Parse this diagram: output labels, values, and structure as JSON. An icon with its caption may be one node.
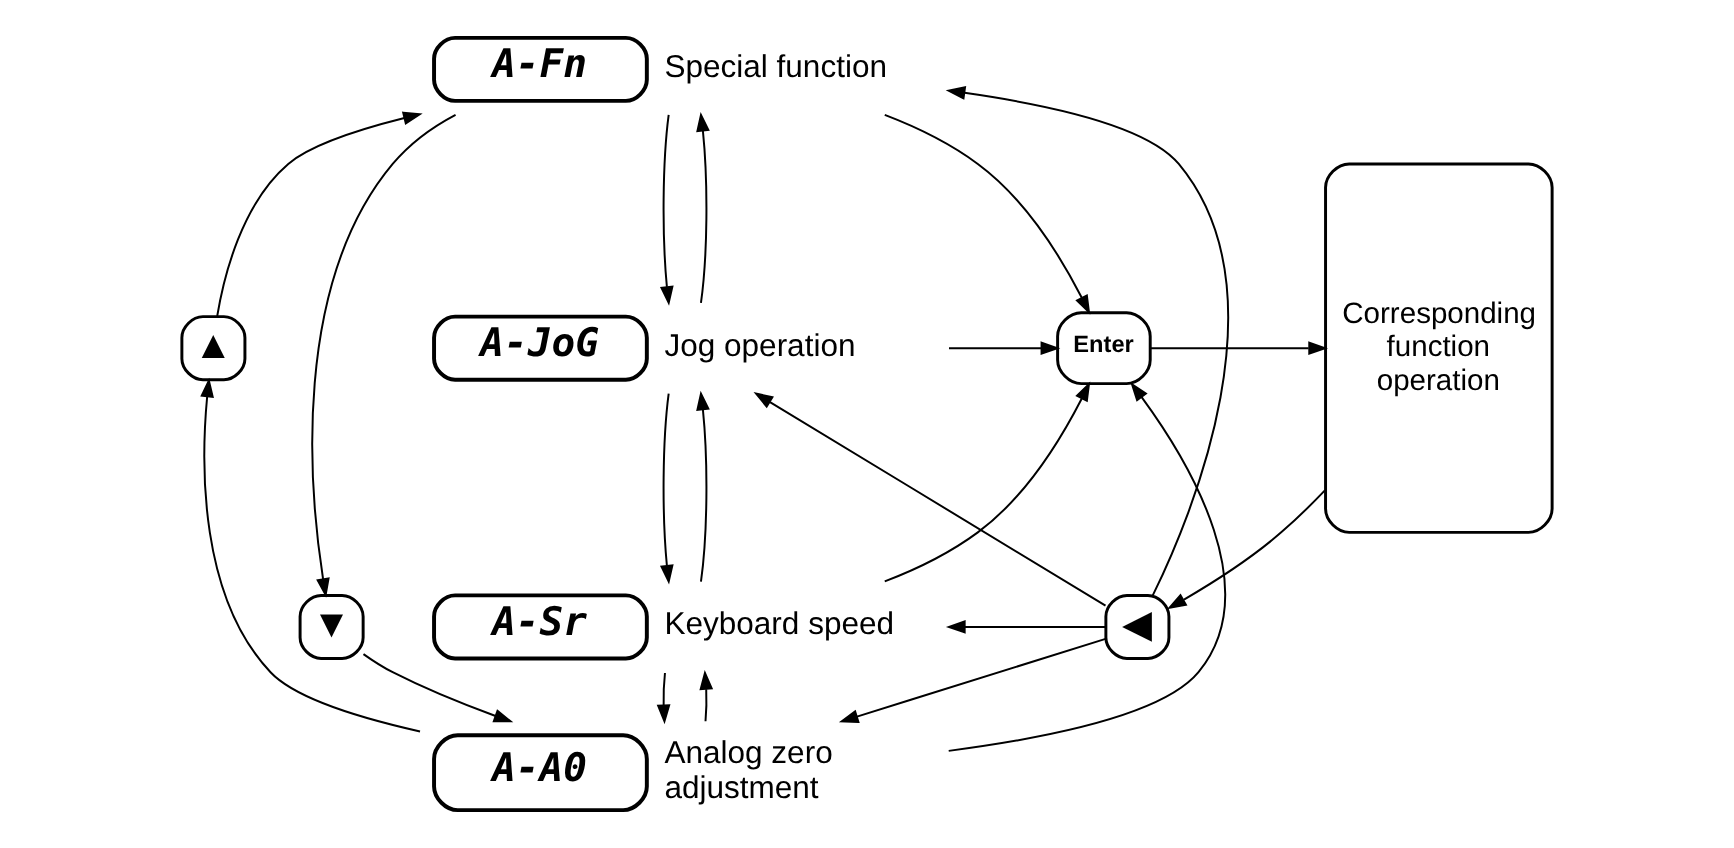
{
  "diagram": {
    "nodes": [
      {
        "text": [
          "A-Fn"
        ],
        "beside": [
          "Special function"
        ]
      },
      {
        "text": [
          "A-JoG"
        ],
        "beside": [
          "Jog operation"
        ]
      },
      {
        "text": [
          "A-Sr"
        ],
        "beside": [
          "Keyboard speed"
        ]
      },
      {
        "text": [
          "A-A0"
        ],
        "beside": [
          "Analog zero adjustment"
        ]
      },
      {
        "text": [
          "▲"
        ]
      },
      {
        "text": [
          "▼"
        ]
      },
      {
        "text": [
          "Enter"
        ]
      },
      {
        "text": [
          "Corresponding function operation"
        ]
      },
      {
        "text": [
          "◀"
        ]
      }
    ],
    "edges": [
      {
        "from": 0,
        "to": 1,
        "arrow": "to"
      },
      {
        "from": 1,
        "to": 2,
        "arrow": "to"
      },
      {
        "from": 2,
        "to": 3,
        "arrow": "to"
      },
      {
        "from": 3,
        "to": 2,
        "arrow": "to"
      },
      {
        "from": 2,
        "to": 1,
        "arrow": "to"
      },
      {
        "from": 1,
        "to": 0,
        "arrow": "to"
      },
      {
        "from": 3,
        "to": 4,
        "arrow": "to"
      },
      {
        "from": 4,
        "to": 0,
        "arrow": "to"
      },
      {
        "from": 0,
        "to": 5,
        "arrow": "to"
      },
      {
        "from": 5,
        "to": 3,
        "arrow": "to"
      },
      {
        "from": 0,
        "to": 6,
        "arrow": "to"
      },
      {
        "from": 1,
        "to": 6,
        "arrow": "to"
      },
      {
        "from": 2,
        "to": 6,
        "arrow": "to"
      },
      {
        "from": 3,
        "to": 6,
        "arrow": "to"
      },
      {
        "from": 6,
        "to": 7,
        "arrow": "to"
      },
      {
        "from": 7,
        "to": 8,
        "arrow": "to"
      },
      {
        "from": 8,
        "to": 0,
        "arrow": "to"
      },
      {
        "from": 8,
        "to": 1,
        "arrow": "to"
      },
      {
        "from": 8,
        "to": 2,
        "arrow": "to"
      },
      {
        "from": 8,
        "to": 3,
        "arrow": "to"
      }
    ]
  }
}
